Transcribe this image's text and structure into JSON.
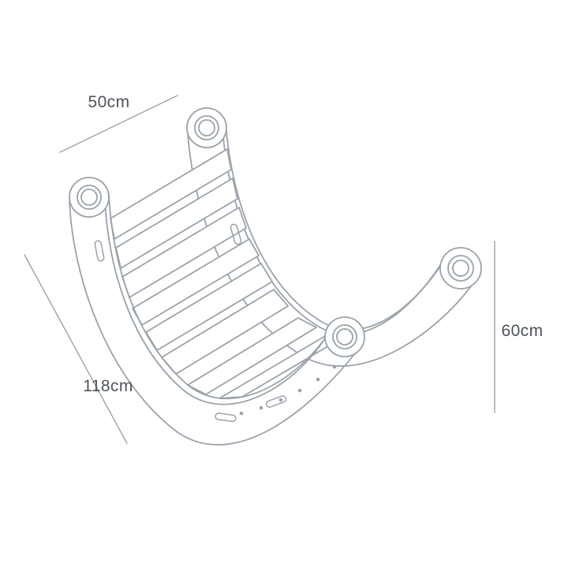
{
  "page": {
    "background_color": "#ffffff"
  },
  "diagram": {
    "kind": "product-dimension-line-drawing",
    "subject": "wooden climbing arch rocker, three-quarter view",
    "stroke_color": "#9aa2ab",
    "label_color": "#4e545b",
    "dimensions": {
      "width": {
        "label": "50cm"
      },
      "length": {
        "label": "118cm"
      },
      "height": {
        "label": "60cm"
      }
    }
  }
}
